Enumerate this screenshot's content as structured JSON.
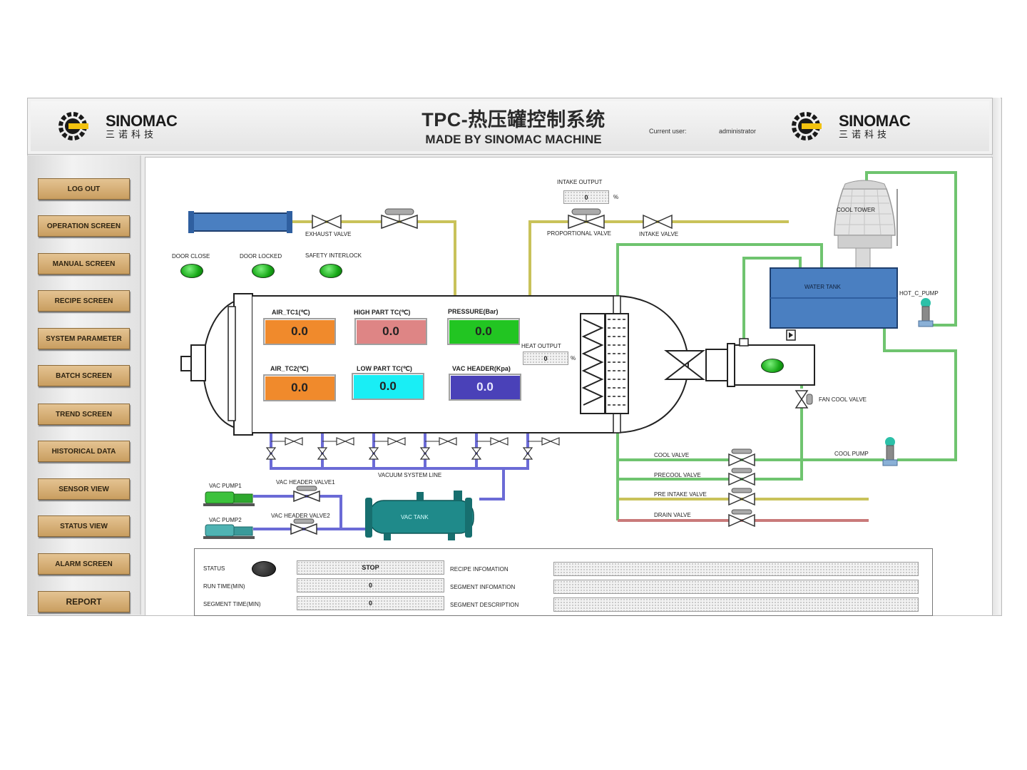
{
  "header": {
    "title": "TPC-热压罐控制系统",
    "subtitle": "MADE BY SINOMAC MACHINE",
    "current_user_label": "Current user:",
    "current_user": "administrator",
    "logo_left": {
      "name": "SINOMAC",
      "cn": "三诺科技"
    },
    "logo_right": {
      "name": "SINOMAC",
      "cn": "三诺科技"
    }
  },
  "nav": [
    {
      "label": "LOG OUT"
    },
    {
      "label": "OPERATION SCREEN"
    },
    {
      "label": "MANUAL SCREEN"
    },
    {
      "label": "RECIPE SCREEN"
    },
    {
      "label": "SYSTEM PARAMETER"
    },
    {
      "label": "BATCH SCREEN"
    },
    {
      "label": "TREND SCREEN"
    },
    {
      "label": "HISTORICAL DATA"
    },
    {
      "label": "SENSOR VIEW"
    },
    {
      "label": "STATUS VIEW"
    },
    {
      "label": "ALARM SCREEN"
    },
    {
      "label": "REPORT"
    }
  ],
  "indicators": {
    "door_close": "DOOR CLOSE",
    "door_locked": "DOOR LOCKED",
    "safety_interlock": "SAFETY INTERLOCK"
  },
  "valves": {
    "exhaust": "EXHAUST VALVE",
    "proportional": "PROPORTIONAL VALVE",
    "intake": "INTAKE VALVE",
    "fan_cool": "FAN COOL VALVE",
    "cool": "COOL VALVE",
    "precool": "PRECOOL VALVE",
    "pre_intake": "PRE INTAKE VALVE",
    "drain": "DRAIN VALVE",
    "vac_header1": "VAC HEADER VALVE1",
    "vac_header2": "VAC HEADER VALVE2"
  },
  "outputs": {
    "intake_label": "INTAKE OUTPUT",
    "intake_value": "0",
    "heat_label": "HEAT OUTPUT",
    "heat_value": "0",
    "unit": "%"
  },
  "readings": {
    "air_tc1": {
      "label": "AIR_TC1(℃)",
      "value": "0.0",
      "color": "#f08a2c"
    },
    "high_part_tc": {
      "label": "HIGH PART TC(℃)",
      "value": "0.0",
      "color": "#de8585"
    },
    "pressure": {
      "label": "PRESSURE(Bar)",
      "value": "0.0",
      "color": "#22c522"
    },
    "air_tc2": {
      "label": "AIR_TC2(℃)",
      "value": "0.0",
      "color": "#f08a2c"
    },
    "low_part_tc": {
      "label": "LOW PART TC(℃)",
      "value": "0.0",
      "color": "#19eef5"
    },
    "vac_header": {
      "label": "VAC HEADER(Kpa)",
      "value": "0.0",
      "color": "#4a41b8"
    }
  },
  "equipment": {
    "cool_tower": "COOL TOWER",
    "water_tank": "WATER TANK",
    "hot_c_pump": "HOT_C_PUMP",
    "cool_pump": "COOL PUMP",
    "vac_pump1": "VAC PUMP1",
    "vac_pump2": "VAC PUMP2",
    "vac_tank": "VAC TANK",
    "vacuum_line": "VACUUM SYSTEM LINE"
  },
  "status_panel": {
    "status_label": "STATUS",
    "status_value": "STOP",
    "run_time_label": "RUN TIME(MIN)",
    "run_time_value": "0",
    "segment_time_label": "SEGMENT TIME(MIN)",
    "segment_time_value": "0",
    "recipe_info_label": "RECIPE INFOMATION",
    "recipe_info_value": "",
    "segment_info_label": "SEGMENT INFOMATION",
    "segment_info_value": "",
    "segment_desc_label": "SEGMENT DESCRIPTION",
    "segment_desc_value": ""
  },
  "colors": {
    "nav_button": "#d6b07a",
    "pipe_yellow": "#c9c25a",
    "pipe_green": "#6fc46f",
    "pipe_vacuum": "#6b6bd6",
    "tank_blue": "#4a7fc1",
    "vac_tank_teal": "#1f8a8a"
  }
}
